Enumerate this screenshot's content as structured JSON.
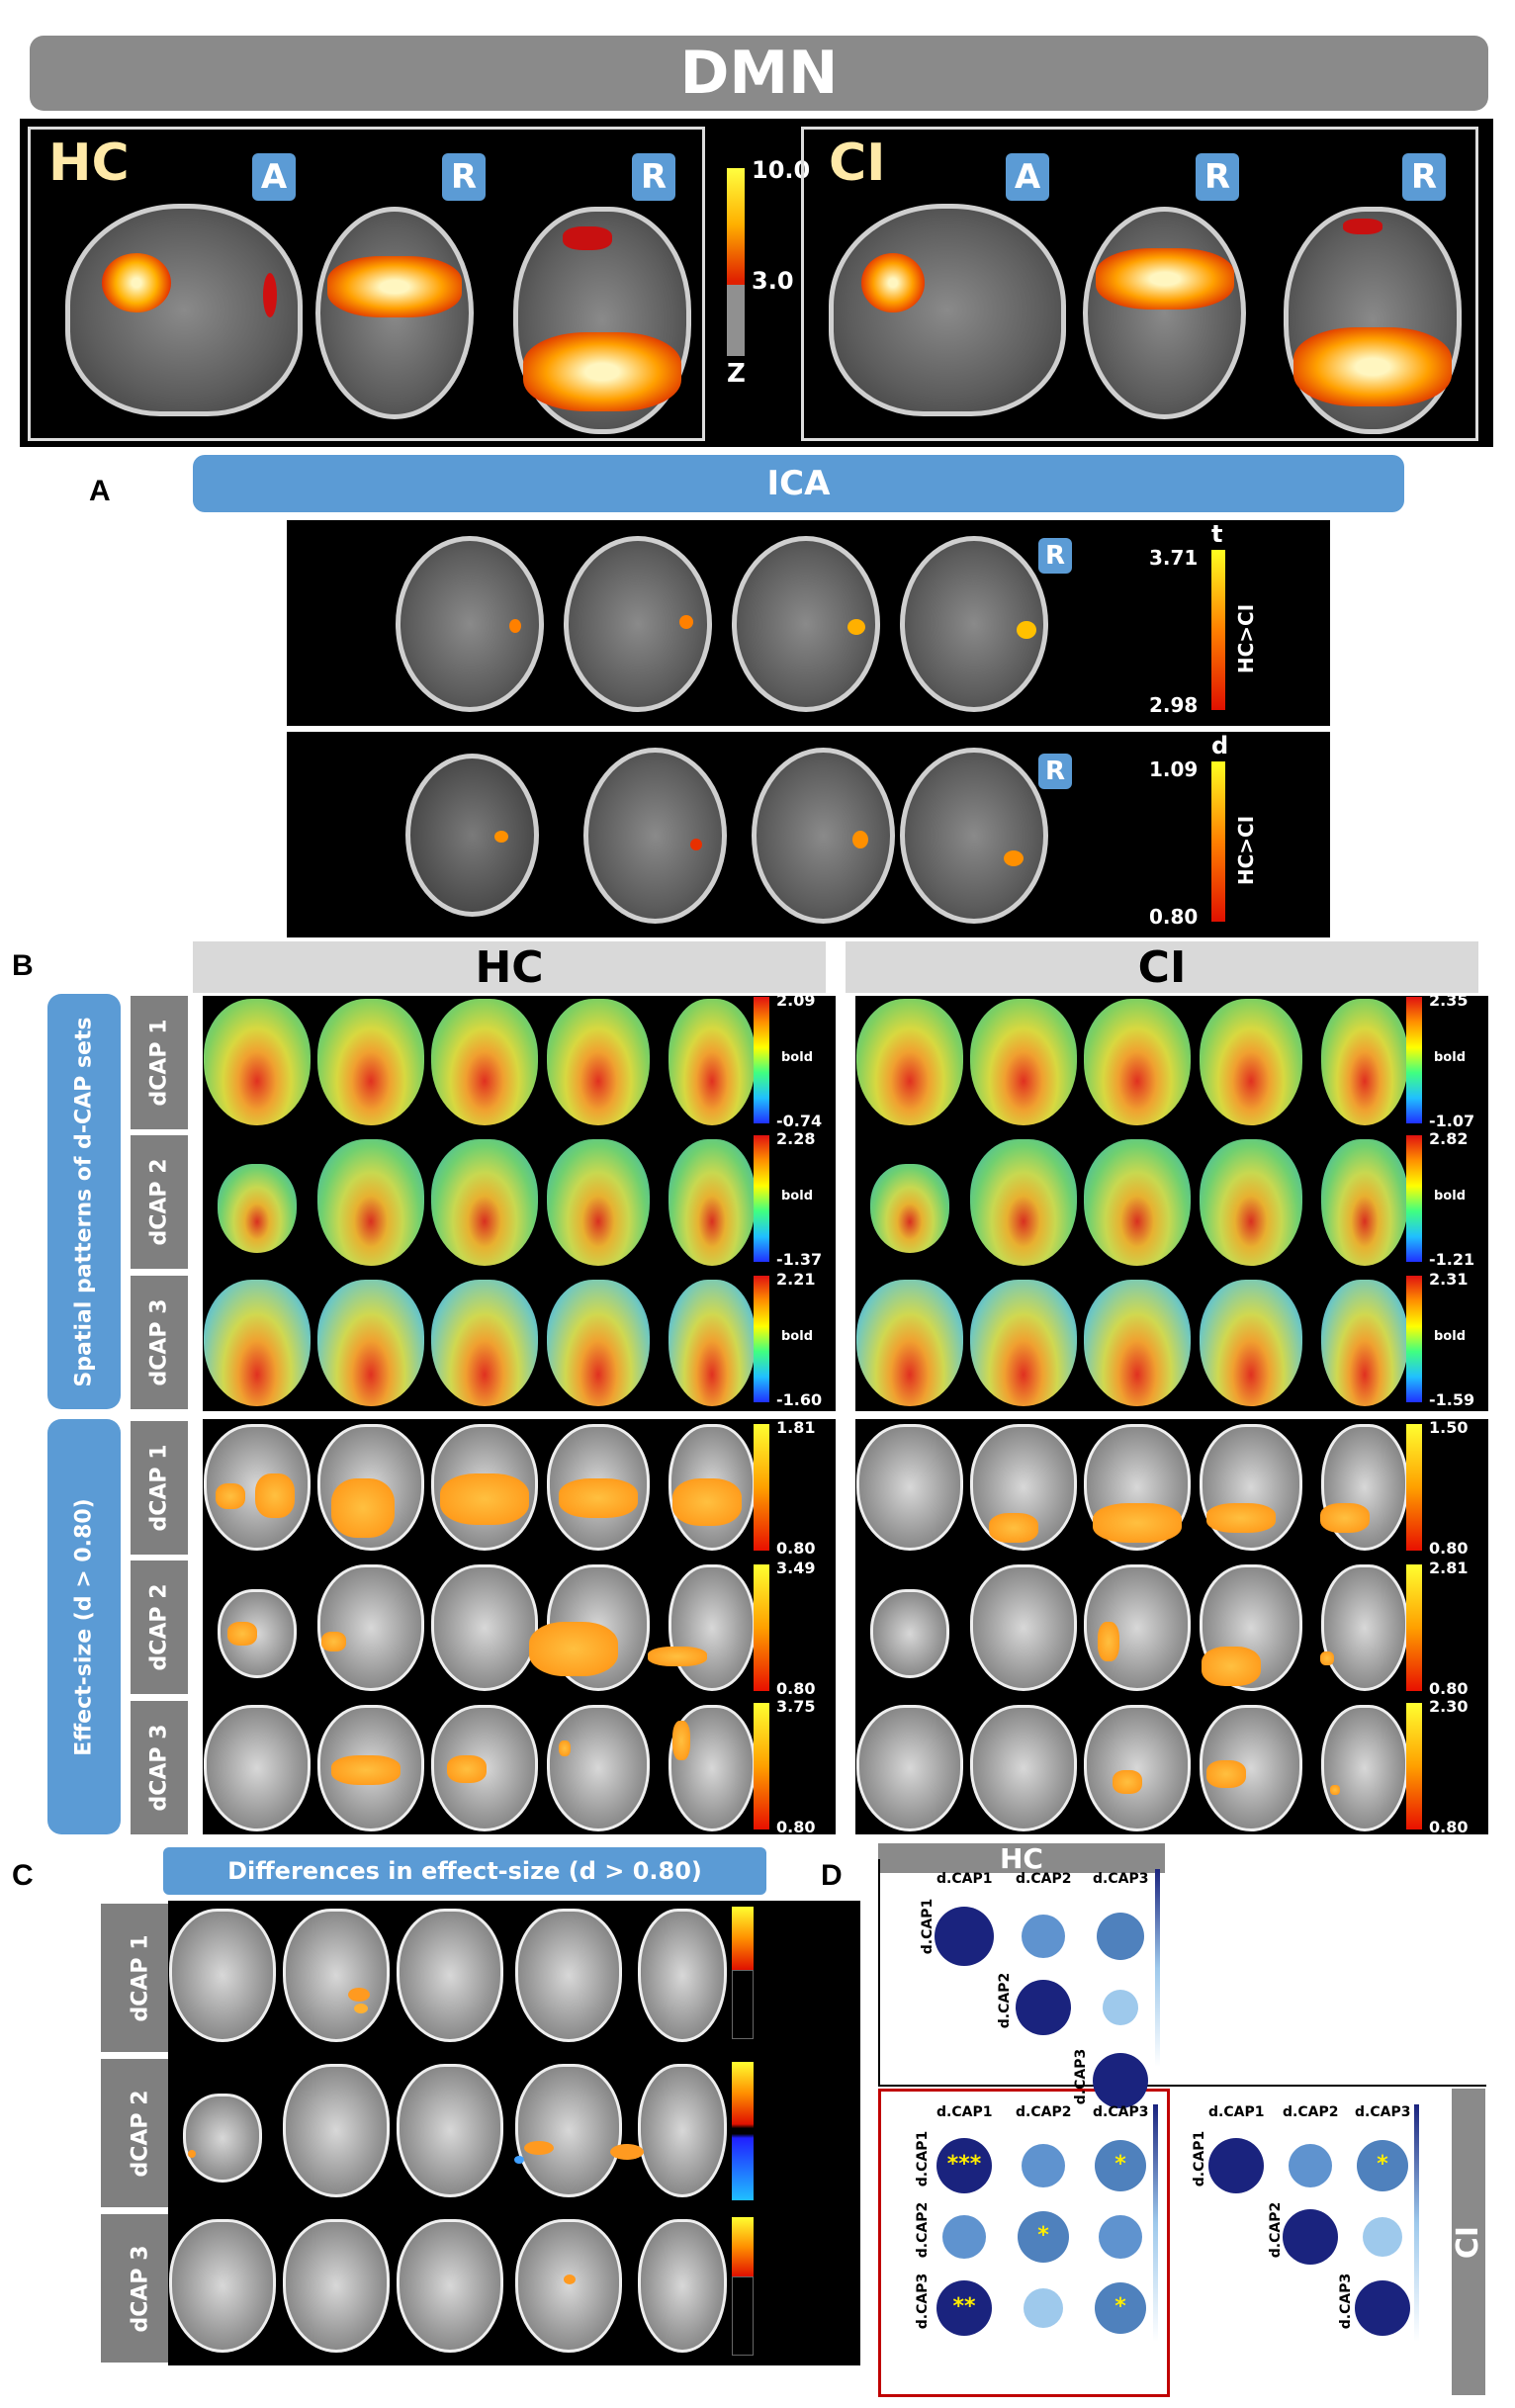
{
  "title": "DMN",
  "top": {
    "left": {
      "group": "HC",
      "views": [
        "A",
        "R",
        "R"
      ]
    },
    "right": {
      "group": "CI",
      "views": [
        "A",
        "R",
        "R"
      ]
    },
    "colorbar": {
      "max": "10.0",
      "mid": "3.0",
      "label": "Z"
    }
  },
  "panel_a": {
    "letter": "A",
    "header": "ICA",
    "row1": {
      "orient": "R",
      "stat": "t",
      "max": "3.71",
      "min": "2.98",
      "contrast": "HC>CI"
    },
    "row2": {
      "orient": "R",
      "stat": "d",
      "max": "1.09",
      "min": "0.80",
      "contrast": "HC>CI"
    }
  },
  "panel_b": {
    "letter": "B",
    "hc_header": "HC",
    "ci_header": "CI",
    "side_top": "Spatial patterns of d-CAP sets",
    "side_bottom": "Effect-size (d > 0.80)",
    "rows": [
      "dCAP 1",
      "dCAP 2",
      "dCAP 3"
    ],
    "bold_label": "bold",
    "hc_spatial": [
      {
        "max": "2.09",
        "min": "-0.74"
      },
      {
        "max": "2.28",
        "min": "-1.37"
      },
      {
        "max": "2.21",
        "min": "-1.60"
      }
    ],
    "ci_spatial": [
      {
        "max": "2.35",
        "min": "-1.07"
      },
      {
        "max": "2.82",
        "min": "-1.21"
      },
      {
        "max": "2.31",
        "min": "-1.59"
      }
    ],
    "hc_effect": [
      {
        "max": "1.81",
        "min": "0.80"
      },
      {
        "max": "3.49",
        "min": "0.80"
      },
      {
        "max": "3.75",
        "min": "0.80"
      }
    ],
    "ci_effect": [
      {
        "max": "1.50",
        "min": "0.80"
      },
      {
        "max": "2.81",
        "min": "0.80"
      },
      {
        "max": "2.30",
        "min": "0.80"
      }
    ]
  },
  "panel_c": {
    "letter": "C",
    "header": "Differences in effect-size (d > 0.80)",
    "rows": [
      "dCAP 1",
      "dCAP 2",
      "dCAP 3"
    ],
    "scales": [
      {
        "max": "1.17",
        "min": "0.80"
      },
      {
        "max": "2.17",
        "mid": "±0.80",
        "min": "-1.20"
      },
      {
        "max": "1.30",
        "min": "0.80"
      }
    ]
  },
  "panel_d": {
    "letter": "D",
    "hc_header": "HC",
    "ci_header": "CI",
    "labels": [
      "d.CAP1",
      "d.CAP2",
      "d.CAP3"
    ],
    "stars": {
      "c11": "***",
      "c13": "*",
      "c22": "*",
      "c31": "**",
      "c33": "*",
      "ci13": "*"
    }
  },
  "colors": {
    "gray_bar": "#8a8a8a",
    "blue_bar": "#5b9bd5",
    "dark_navy": "#1a237e",
    "mid_blue": "#4f81bd",
    "light_blue": "#9ec9ec"
  }
}
